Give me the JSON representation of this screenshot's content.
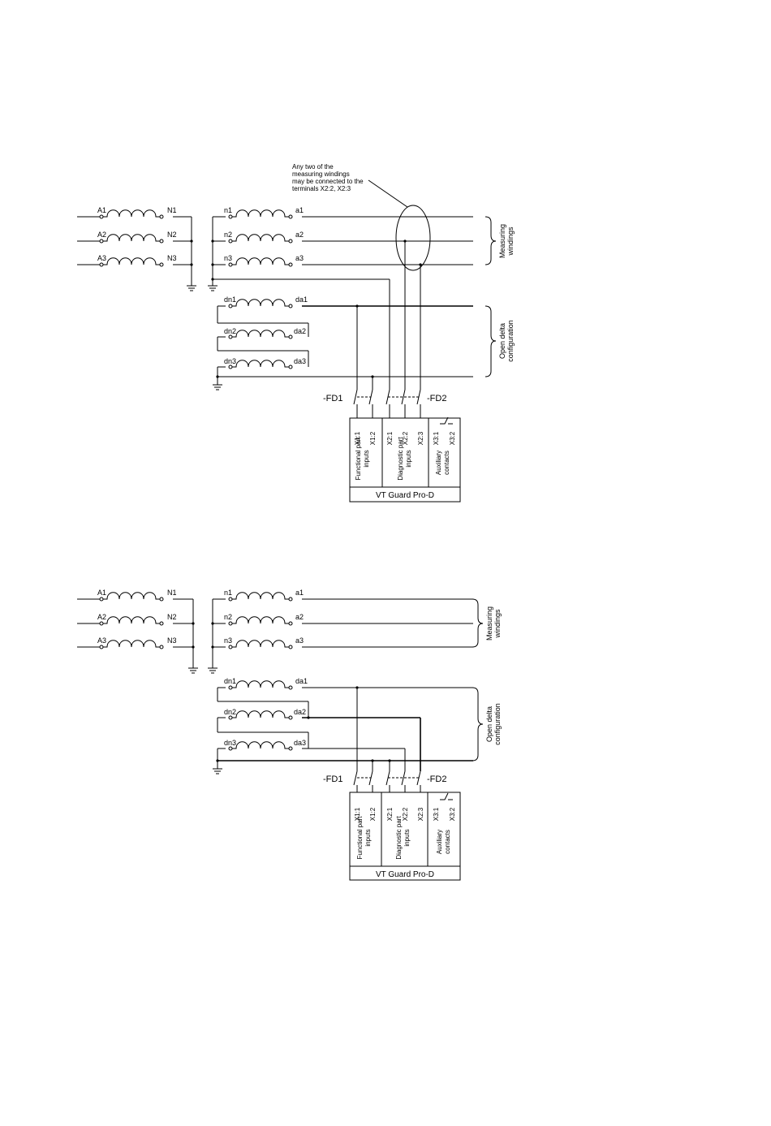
{
  "diagrams": [
    {
      "primary": [
        "A1",
        "N1",
        "A2",
        "N2",
        "A3",
        "N3"
      ],
      "measuring": [
        "n1",
        "a1",
        "n2",
        "a2",
        "n3",
        "a3"
      ],
      "delta": [
        "dn1",
        "da1",
        "dn2",
        "da2",
        "dn3",
        "da3"
      ],
      "brace_measuring": [
        "Measuring",
        "windings"
      ],
      "brace_delta": [
        "Open delta",
        "configuration"
      ],
      "fd1": "-FD1",
      "fd2": "-FD2",
      "terminals": [
        "X1:1",
        "X1:2",
        "X2:1",
        "X2:2",
        "X2:3",
        "X3:1",
        "X3:2"
      ],
      "section_functional": [
        "Functional part",
        "inputs"
      ],
      "section_diagnostic": [
        "Diagnostic part",
        "inputs"
      ],
      "section_auxiliary": [
        "Auxiliary",
        "contacts"
      ],
      "device": "VT Guard Pro-D",
      "note": [
        "Any two of the",
        "measuring windings",
        "may be connected to the",
        "terminals X2:2, X2:3"
      ]
    },
    {
      "primary": [
        "A1",
        "N1",
        "A2",
        "N2",
        "A3",
        "N3"
      ],
      "measuring": [
        "n1",
        "a1",
        "n2",
        "a2",
        "n3",
        "a3"
      ],
      "delta": [
        "dn1",
        "da1",
        "dn2",
        "da2",
        "dn3",
        "da3"
      ],
      "brace_measuring": [
        "Measuring",
        "windings"
      ],
      "brace_delta": [
        "Open delta",
        "configuration"
      ],
      "fd1": "-FD1",
      "fd2": "-FD2",
      "terminals": [
        "X1:1",
        "X1:2",
        "X2:1",
        "X2:2",
        "X2:3",
        "X3:1",
        "X3:2"
      ],
      "section_functional": [
        "Functional part",
        "inputs"
      ],
      "section_diagnostic": [
        "Diagnostic part",
        "inputs"
      ],
      "section_auxiliary": [
        "Auxiliary",
        "contacts"
      ],
      "device": "VT Guard Pro-D"
    }
  ]
}
